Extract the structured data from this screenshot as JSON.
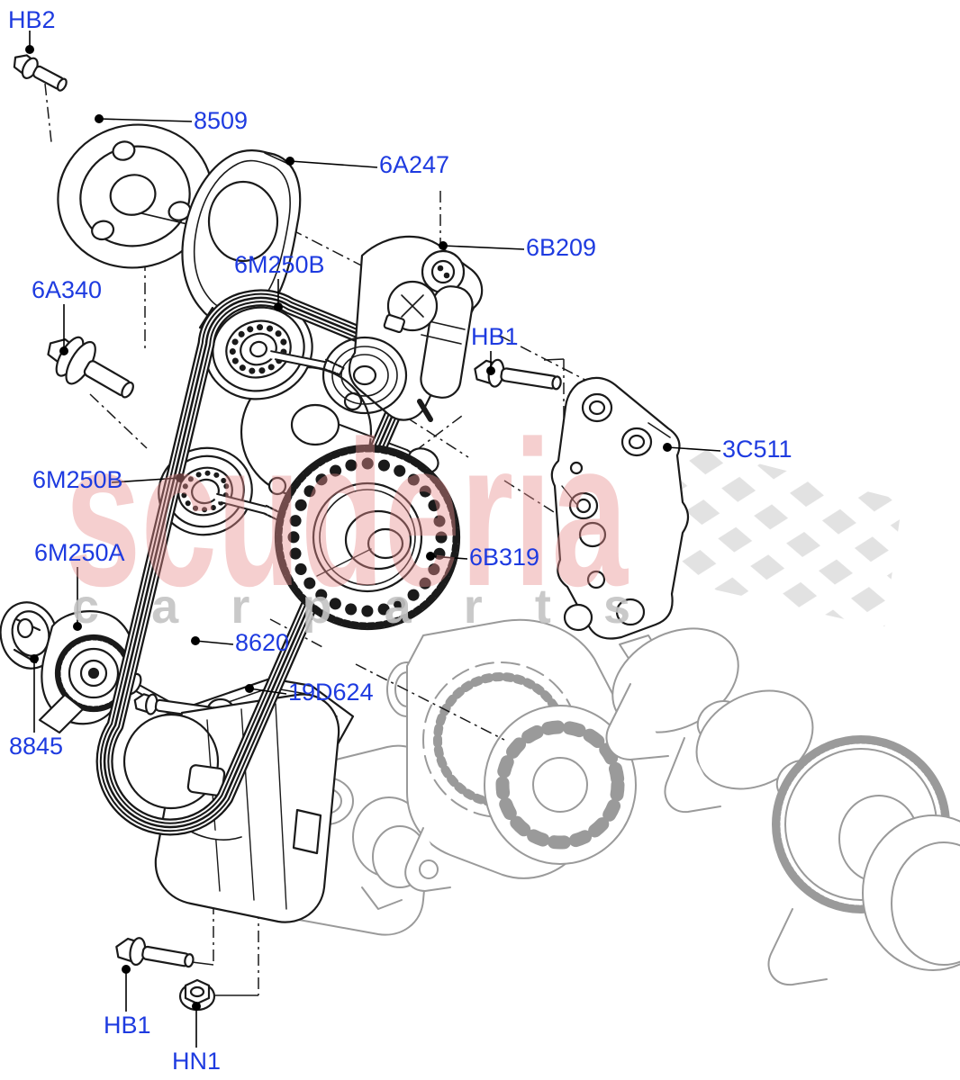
{
  "diagram": {
    "callouts": [
      {
        "id": "hb2",
        "text": "HB2"
      },
      {
        "id": "8509",
        "text": "8509"
      },
      {
        "id": "6a247",
        "text": "6A247"
      },
      {
        "id": "6b209",
        "text": "6B209"
      },
      {
        "id": "6a340",
        "text": "6A340"
      },
      {
        "id": "6m250b-upper",
        "text": "6M250B"
      },
      {
        "id": "hb1-upper",
        "text": "HB1"
      },
      {
        "id": "3c511",
        "text": "3C511"
      },
      {
        "id": "6m250b-left",
        "text": "6M250B"
      },
      {
        "id": "6m250a",
        "text": "6M250A"
      },
      {
        "id": "6b319",
        "text": "6B319"
      },
      {
        "id": "8620",
        "text": "8620"
      },
      {
        "id": "19d624",
        "text": "19D624"
      },
      {
        "id": "8845",
        "text": "8845"
      },
      {
        "id": "hb1-lower",
        "text": "HB1"
      },
      {
        "id": "hn1",
        "text": "HN1"
      }
    ],
    "watermark": {
      "brand": "scuderia",
      "subtext": "c a r   p a r t s"
    },
    "colors": {
      "label_blue": "#1e3be0",
      "watermark_pink": "#e98f8f",
      "watermark_gray": "#c4c4c4",
      "flag_gray": "#e0e0e0",
      "line_black": "#1a1a1a",
      "reference_gray": "#9a9a9a"
    }
  }
}
